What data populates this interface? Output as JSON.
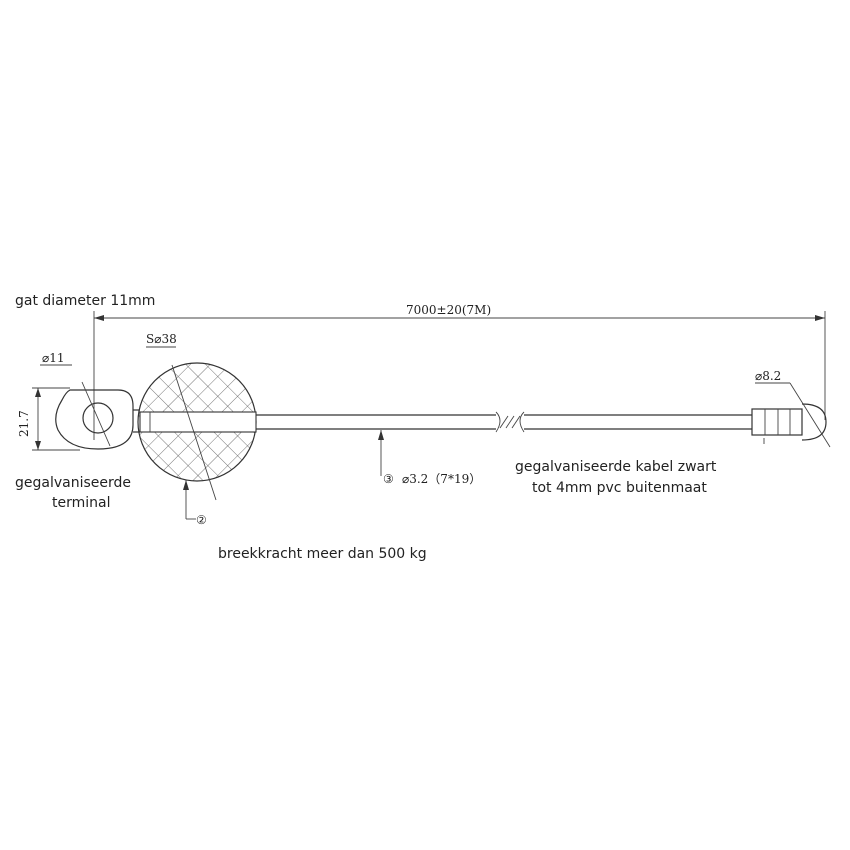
{
  "labels": {
    "hole_diameter": "gat diameter 11mm",
    "total_length": "7000±20(7M)",
    "ball_size": "S⌀38",
    "eye_diameter": "⌀11",
    "eye_height": "21.7",
    "terminal_line1": "gegalvaniseerde",
    "terminal_line2": "terminal",
    "callout_ball": "②",
    "callout_cable": "③",
    "cable_spec": "⌀3.2（7*19）",
    "cable_desc_line1": "gegalvaniseerde kabel zwart",
    "cable_desc_line2": "tot 4mm pvc buitenmaat",
    "breaking_force": "breekkracht meer dan 500 kg",
    "end_diameter": "⌀8.2"
  },
  "colors": {
    "line": "#333333",
    "text": "#222222",
    "background": "#ffffff"
  }
}
